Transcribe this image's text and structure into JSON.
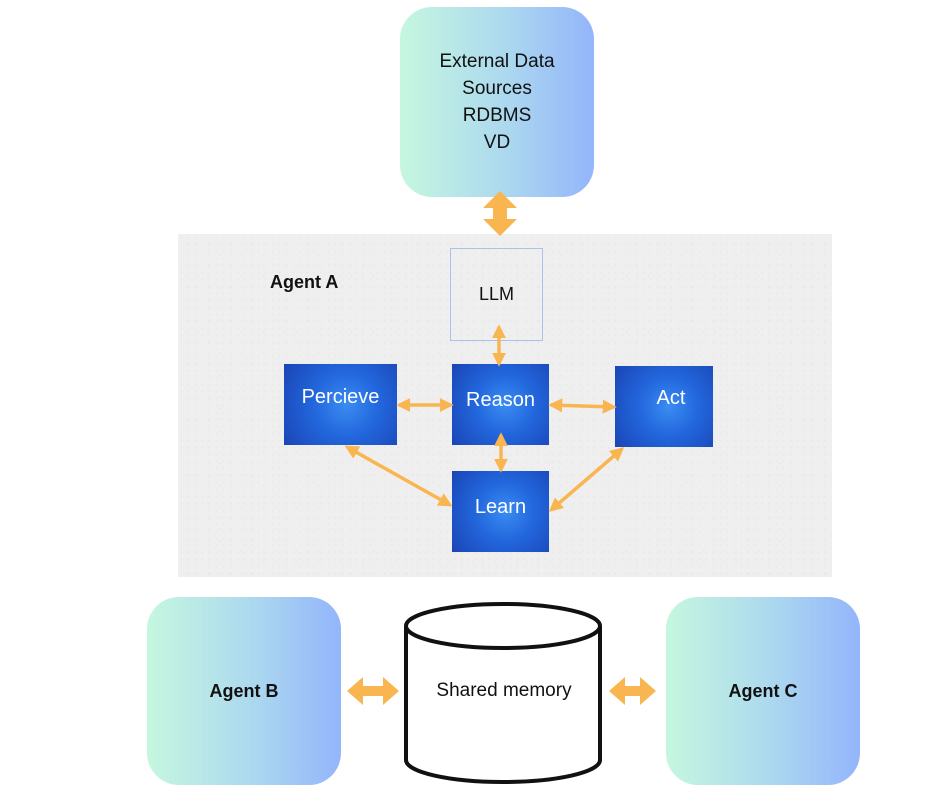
{
  "external": {
    "lines": [
      "External Data",
      "Sources",
      "RDBMS",
      "VD"
    ]
  },
  "agent_a": {
    "title": "Agent A",
    "llm": "LLM",
    "perceive": "Percieve",
    "reason": "Reason",
    "act": "Act",
    "learn": "Learn"
  },
  "agent_b": "Agent B",
  "agent_c": "Agent C",
  "shared_memory": "Shared memory",
  "colors": {
    "arrow": "#f9b54f",
    "node_blue": "#2266dc",
    "gradient_start": "#c5f7df",
    "gradient_end": "#93b5fb",
    "panel": "#efefef"
  }
}
